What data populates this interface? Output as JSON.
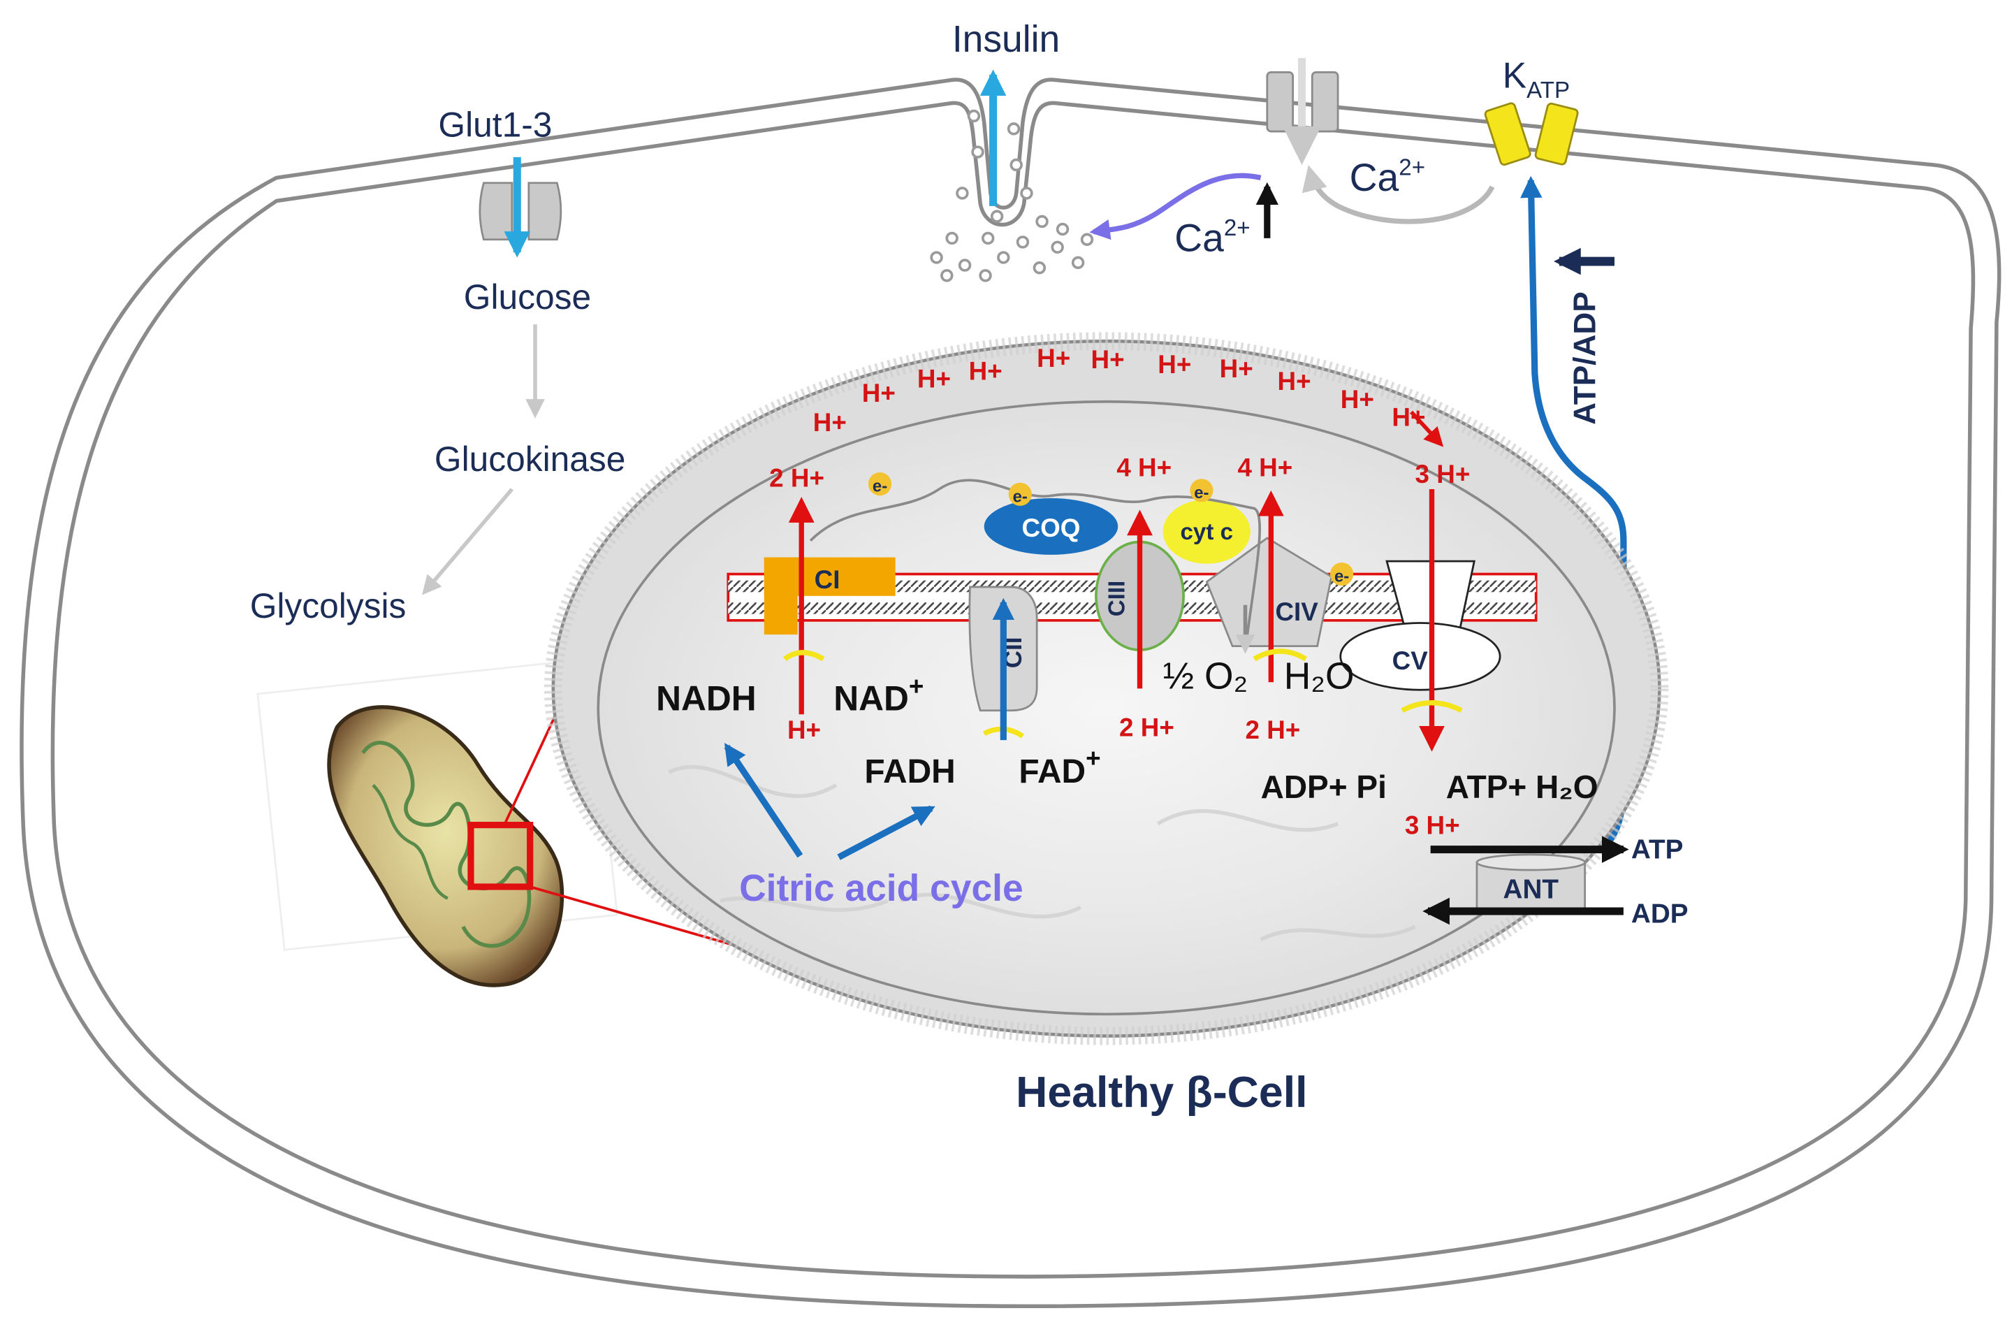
{
  "title": "Healthy β-Cell",
  "labels": {
    "insulin": "Insulin",
    "glut": "Glut1-3",
    "glucose": "Glucose",
    "glucokinase": "Glucokinase",
    "glycolysis": "Glycolysis",
    "katp_main": "K",
    "katp_sub": "ATP",
    "ca_upper": "Ca",
    "ca_upper_sup": "2+",
    "ca_lower": "Ca",
    "ca_lower_sup": "2+",
    "atp_adp_ratio": "ATP/ADP",
    "ant": "ANT",
    "atp_out": "ATP",
    "adp_in": "ADP"
  },
  "complexes": {
    "ci": "CI",
    "cii": "CII",
    "ciii": "CIII",
    "civ": "CIV",
    "cv": "CV",
    "coq": "COQ",
    "cytc": "cyt c"
  },
  "metabolites": {
    "nadh": "NADH",
    "nad": "NAD",
    "nad_sup": "+",
    "fadh": "FADH",
    "fad": "FAD",
    "fad_sup": "+",
    "half_o2": "½ O₂",
    "h2o_civ": "H₂O",
    "adp_pi": "ADP+ Pi",
    "atp_h2o": "ATP+ H₂O",
    "citric": "Citric acid cycle"
  },
  "protons": {
    "h": "H+",
    "ci_top": "2 H+",
    "ciii_top": "4 H+",
    "civ_top": "4 H+",
    "cv_top": "3 H+",
    "ciii_bottom": "2 H+",
    "civ_bottom": "2 H+",
    "ci_bottom": "H+",
    "cv_bottom": "3 H+"
  },
  "electron": "e-",
  "colors": {
    "membrane": "#8a8a8a",
    "proton_arrow": "#e01010",
    "glucose_arrow": "#29a8e0",
    "flow_arrow": "#1a6fbf",
    "katp": "#f4e41c",
    "ci_box": "#f3a600",
    "coq": "#1a6fbf",
    "cytc": "#f4f030",
    "citric_text": "#7b6fe8",
    "navy": "#1b2d57"
  }
}
